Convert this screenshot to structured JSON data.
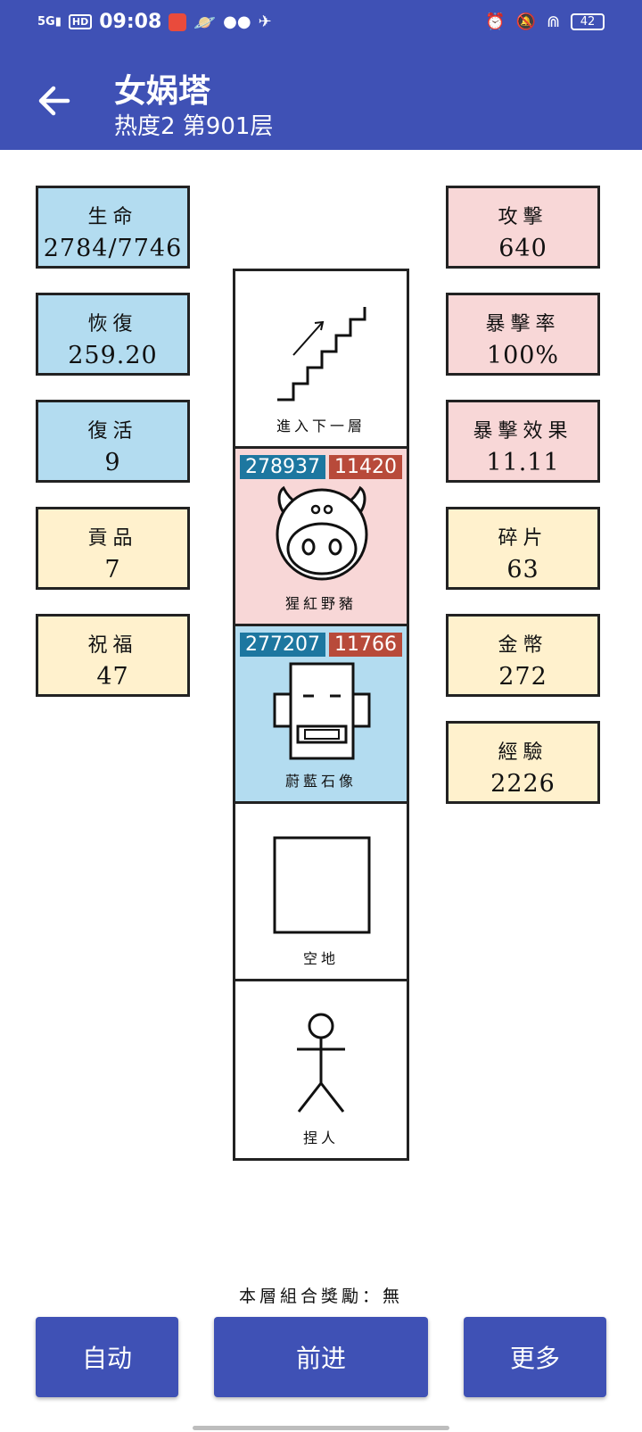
{
  "status_bar": {
    "network": "5G",
    "hd": "HD",
    "time": "09:08",
    "battery": "42",
    "icons": [
      "signal-icon",
      "hd-icon",
      "app-icon",
      "planet-icon",
      "wechat-icon",
      "bird-icon",
      "alarm-icon",
      "mute-icon",
      "wifi-icon",
      "battery-icon"
    ]
  },
  "app_bar": {
    "title": "女娲塔",
    "subtitle": "热度2 第901层",
    "back_icon": "arrow-left-icon"
  },
  "left_stats": [
    {
      "label": "生命",
      "value": "2784/7746",
      "color": "blue"
    },
    {
      "label": "恢復",
      "value": "259.20",
      "color": "blue"
    },
    {
      "label": "復活",
      "value": "9",
      "color": "blue"
    },
    {
      "label": "貢品",
      "value": "7",
      "color": "yellow"
    },
    {
      "label": "祝福",
      "value": "47",
      "color": "yellow"
    }
  ],
  "right_stats": [
    {
      "label": "攻擊",
      "value": "640",
      "color": "red"
    },
    {
      "label": "暴擊率",
      "value": "100%",
      "color": "red"
    },
    {
      "label": "暴擊效果",
      "value": "11.11",
      "color": "red"
    },
    {
      "label": "碎片",
      "value": "63",
      "color": "yellow"
    },
    {
      "label": "金幣",
      "value": "272",
      "color": "yellow"
    },
    {
      "label": "經驗",
      "value": "2226",
      "color": "yellow"
    }
  ],
  "tower": [
    {
      "name": "進入下一層",
      "icon": "stairs-icon"
    },
    {
      "name": "猩紅野豬",
      "hp": "278937",
      "atk": "11420",
      "icon": "pig-icon"
    },
    {
      "name": "蔚藍石像",
      "hp": "277207",
      "atk": "11766",
      "icon": "stone-statue-icon"
    },
    {
      "name": "空地",
      "icon": "empty-square-icon"
    },
    {
      "name": "捏人",
      "icon": "stick-figure-icon"
    }
  ],
  "reward_text": "本層組合獎勵：無",
  "buttons": {
    "auto": "自动",
    "forward": "前进",
    "more": "更多"
  },
  "colors": {
    "primary": "#3f51b5",
    "stat_blue": "#b3dcf0",
    "stat_red": "#f8d7d7",
    "stat_yellow": "#fff1cd",
    "hp_badge": "#1d77a0",
    "atk_badge": "#b84a3a"
  }
}
